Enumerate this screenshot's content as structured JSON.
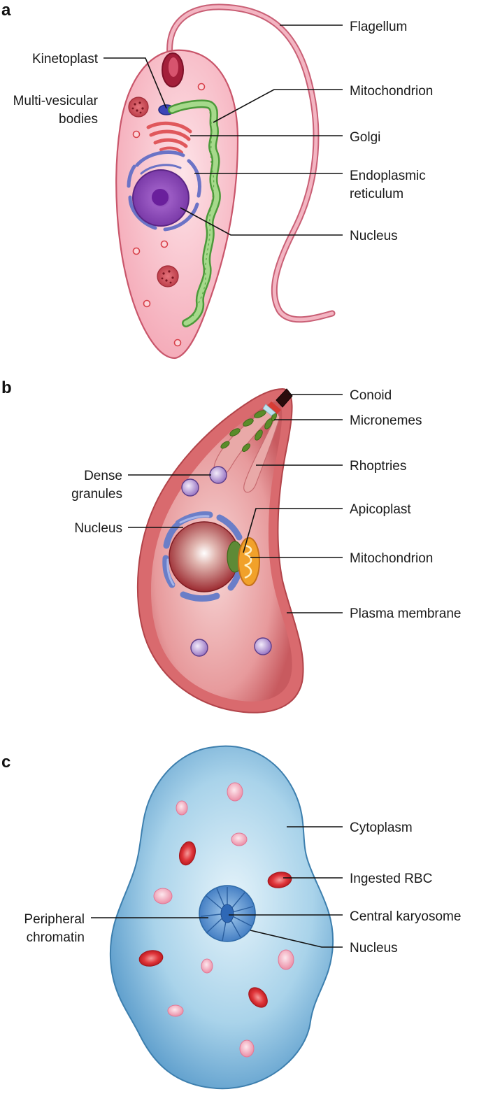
{
  "panels": {
    "a": {
      "letter": "a",
      "labels": {
        "flagellum": "Flagellum",
        "kinetoplast": "Kinetoplast",
        "mitochondrion": "Mitochondrion",
        "mvb_line1": "Multi-vesicular",
        "mvb_line2": "bodies",
        "golgi": "Golgi",
        "er_line1": "Endoplasmic",
        "er_line2": "reticulum",
        "nucleus": "Nucleus"
      }
    },
    "b": {
      "letter": "b",
      "labels": {
        "conoid": "Conoid",
        "micronemes": "Micronemes",
        "rhoptries": "Rhoptries",
        "dense_line1": "Dense",
        "dense_line2": "granules",
        "apicoplast": "Apicoplast",
        "nucleus": "Nucleus",
        "mitochondrion": "Mitochondrion",
        "plasma_membrane": "Plasma membrane"
      }
    },
    "c": {
      "letter": "c",
      "labels": {
        "cytoplasm": "Cytoplasm",
        "ingested_rbc": "Ingested RBC",
        "peripheral_line1": "Peripheral",
        "peripheral_line2": "chromatin",
        "central_karyosome": "Central karyosome",
        "nucleus": "Nucleus"
      }
    }
  },
  "colors": {
    "trypanosome_body": "#f6b9c4",
    "trypanosome_outline": "#c9566b",
    "mitochondrion_green": "#7bc255",
    "nucleus_purple": "#8e4fb5",
    "er_blue": "#6f78c9",
    "toxoplasma_body": "#d96a6e",
    "toxoplasma_nucleus": "#a8333a",
    "amoeba_body": "#7fb9d9",
    "amoeba_outline": "#3d7fae",
    "rbc_red": "#d9252c"
  }
}
